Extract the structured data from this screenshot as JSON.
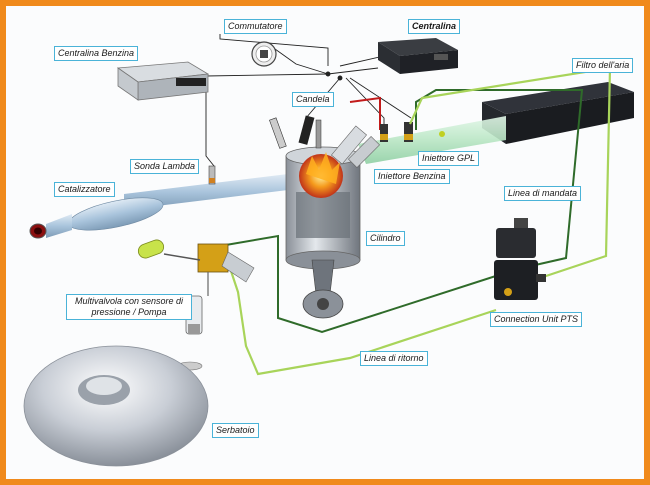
{
  "labels": {
    "commutatore": "Commutatore",
    "centralina": "Centralina",
    "centralina_benzina": "Centralina Benzina",
    "filtro_aria": "Filtro dell'aria",
    "candela": "Candela",
    "sonda_lambda": "Sonda Lambda",
    "iniettore_gpl": "Iniettore GPL",
    "iniettore_benzina": "Iniettore Benzina",
    "catalizzatore": "Catalizzatore",
    "linea_mandata": "Linea di mandata",
    "cilindro": "Cilindro",
    "multivalvola": "Multivalvola con sensore di pressione / Pompa",
    "connection_unit": "Connection Unit PTS",
    "linea_ritorno": "Linea di ritorno",
    "serbatoio": "Serbatoio"
  },
  "colors": {
    "border": "#f08a1c",
    "label_border": "#4ab3d8",
    "feed_line": "#2f6b2a",
    "return_line": "#a8d45a",
    "exhaust_pipe": "#a9c4dc",
    "intake_pipe": "#b9e6c4"
  }
}
